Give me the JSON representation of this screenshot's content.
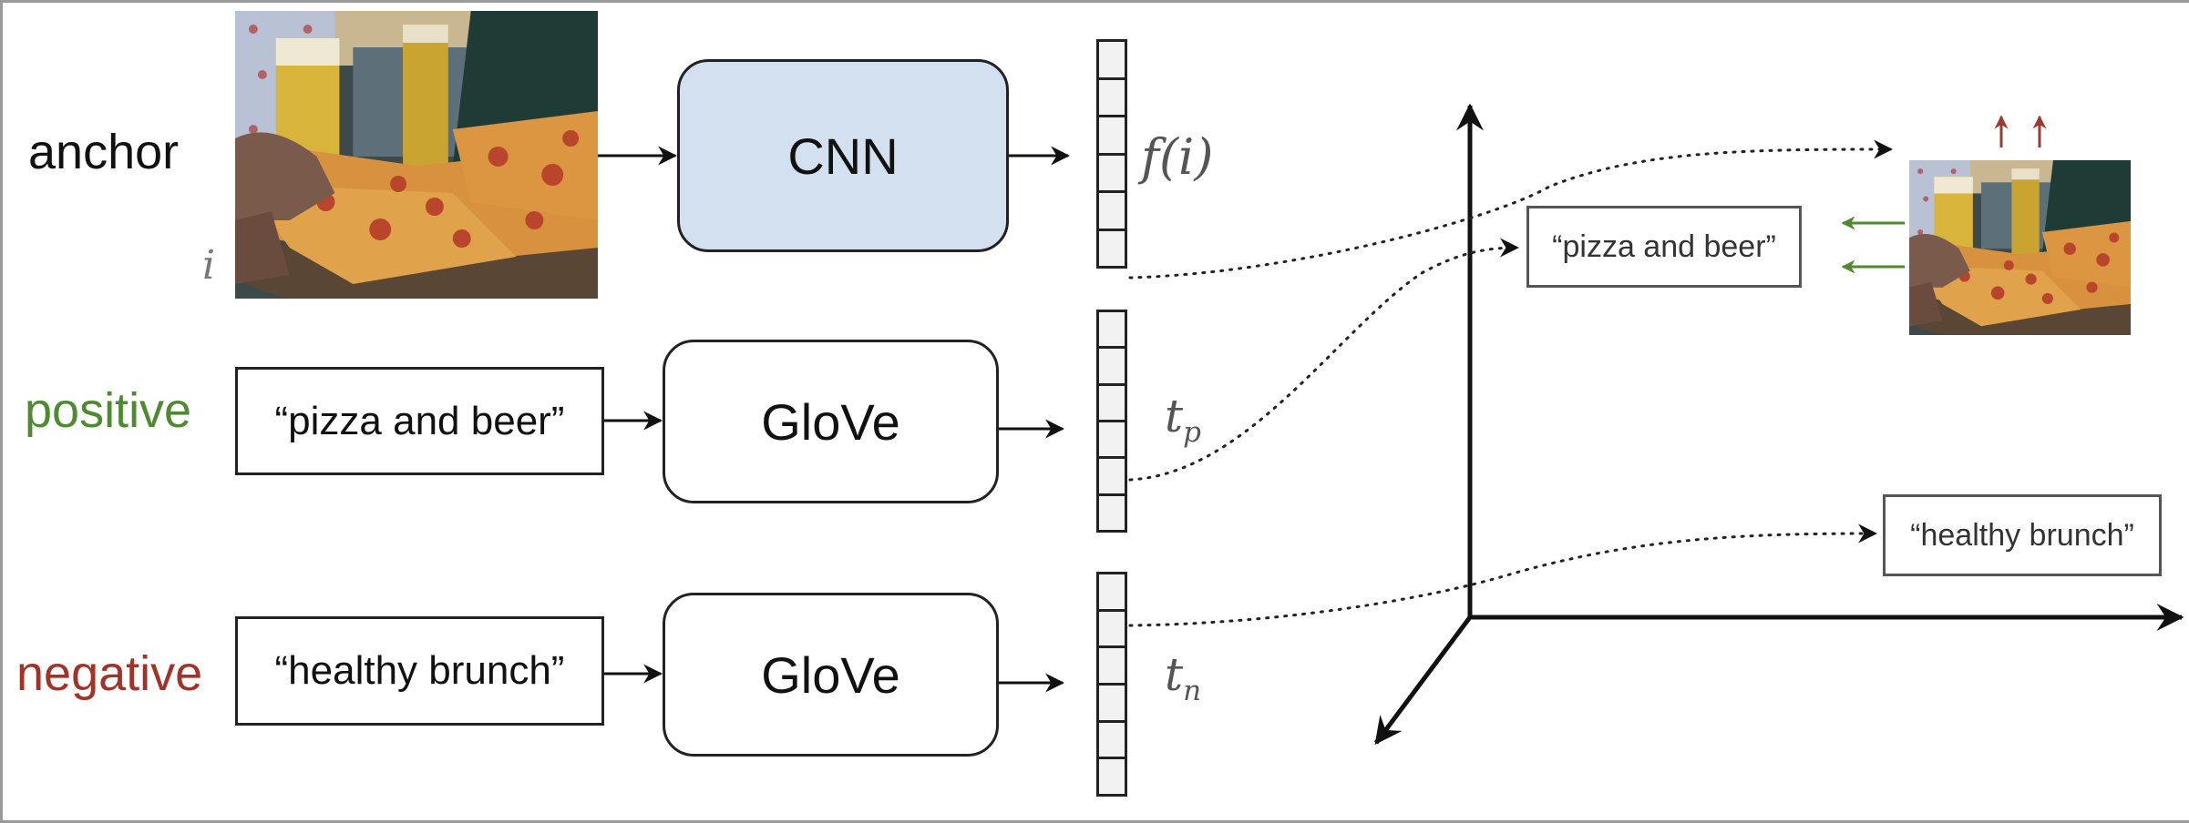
{
  "rows": {
    "anchor": {
      "label": "anchor",
      "color": "#111111",
      "symbol": "i",
      "model": "CNN",
      "model_fill": "#d3e0f0",
      "output": "f(i)"
    },
    "positive": {
      "label": "positive",
      "color": "#4f8a32",
      "text": "“pizza and beer”",
      "model": "GloVe",
      "output_base": "t",
      "output_sub": "p"
    },
    "negative": {
      "label": "negative",
      "color": "#a23329",
      "text": "“healthy brunch”",
      "model": "GloVe",
      "output_base": "t",
      "output_sub": "n"
    }
  },
  "embedding_space": {
    "positive_text": "“pizza and beer”",
    "negative_text": "“healthy brunch”",
    "pull_arrow_color": "#4e8a2e",
    "push_arrow_color": "#9c3a2e",
    "image_description": "pizza and beer photo"
  },
  "icons": {
    "photo": "pizza-and-beer-photo",
    "arrow": "arrow-right",
    "axis": "3d-axes"
  }
}
